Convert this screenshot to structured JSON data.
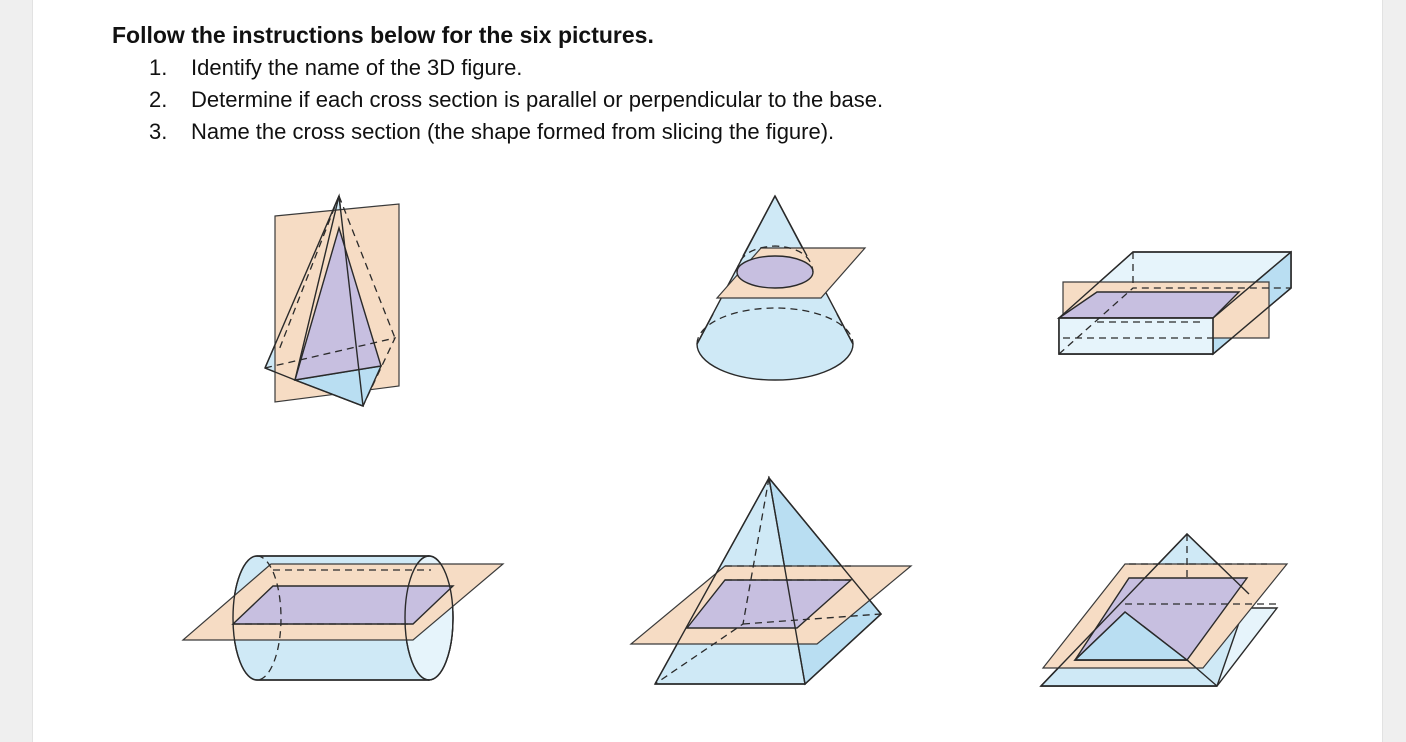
{
  "worksheet": {
    "heading": "Follow the instructions below for the six pictures.",
    "instructions": [
      {
        "number": "1.",
        "text": "Identify the name of the 3D figure."
      },
      {
        "number": "2.",
        "text": "Determine if each cross section is parallel or perpendicular to the base."
      },
      {
        "number": "3.",
        "text": "Name the cross section (the shape formed from slicing the figure)."
      }
    ]
  },
  "colors": {
    "plane": "#f6dcc4",
    "solid": "#cfe9f6",
    "cross_section": "#c7bfe0",
    "outline": "#2a2a2a",
    "page": "#ffffff",
    "background": "#efefef"
  }
}
